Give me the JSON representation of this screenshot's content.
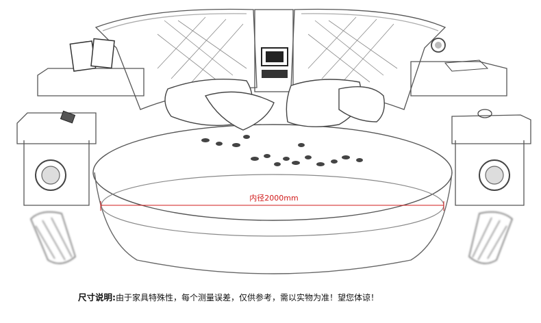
{
  "dimension": {
    "label": "内径2000mm",
    "line_color": "#d01818"
  },
  "note": {
    "title": "尺寸说明:",
    "text": "由于家具特殊性，每个测量误差，仅供参考，需以实物为准！望您体谅！"
  },
  "illustration": {
    "icon": "round-bed-sketch"
  }
}
